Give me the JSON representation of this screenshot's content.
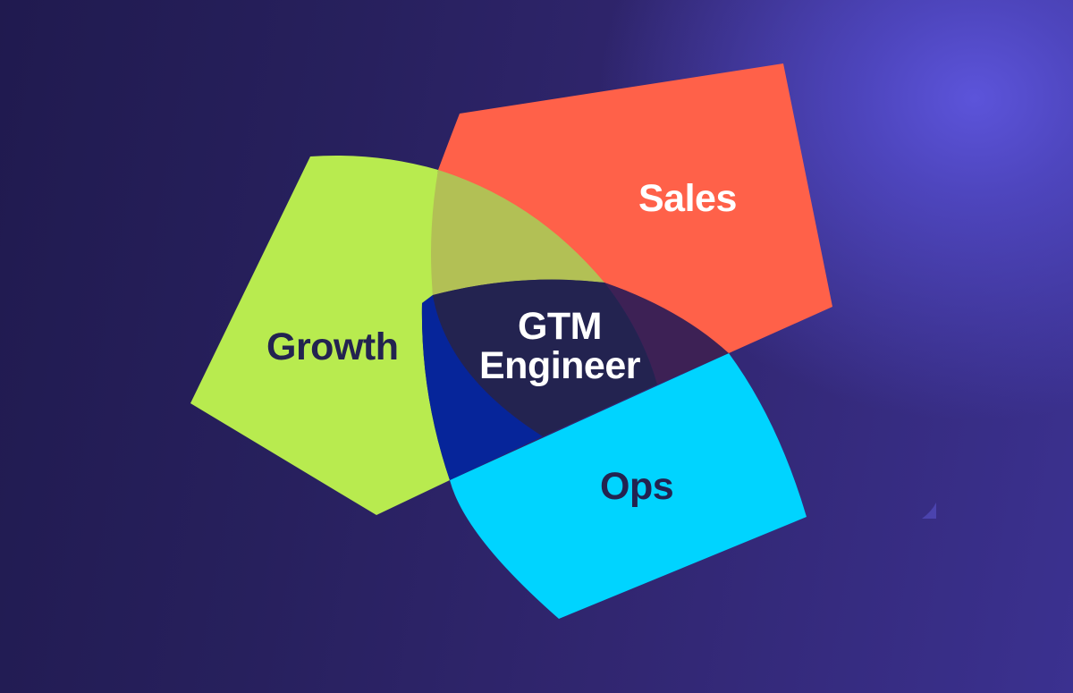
{
  "diagram": {
    "type": "overlapping-shapes-venn",
    "center_label": {
      "line1": "GTM",
      "line2": "Engineer"
    },
    "regions": [
      {
        "id": "sales",
        "label": "Sales",
        "color": "#ff6149",
        "text_color": "#ffffff"
      },
      {
        "id": "growth",
        "label": "Growth",
        "color": "#b8eb4f",
        "text_color": "#232350"
      },
      {
        "id": "ops",
        "label": "Ops",
        "color": "#00d4ff",
        "text_color": "#232350"
      }
    ],
    "overlap_colors": {
      "growth_sales": "#b2c055",
      "growth_ops": "#06259a",
      "sales_ops": "#3d2155",
      "all_three": "#232350"
    },
    "background": {
      "from": "#201a4f",
      "to": "#5c54da"
    }
  }
}
